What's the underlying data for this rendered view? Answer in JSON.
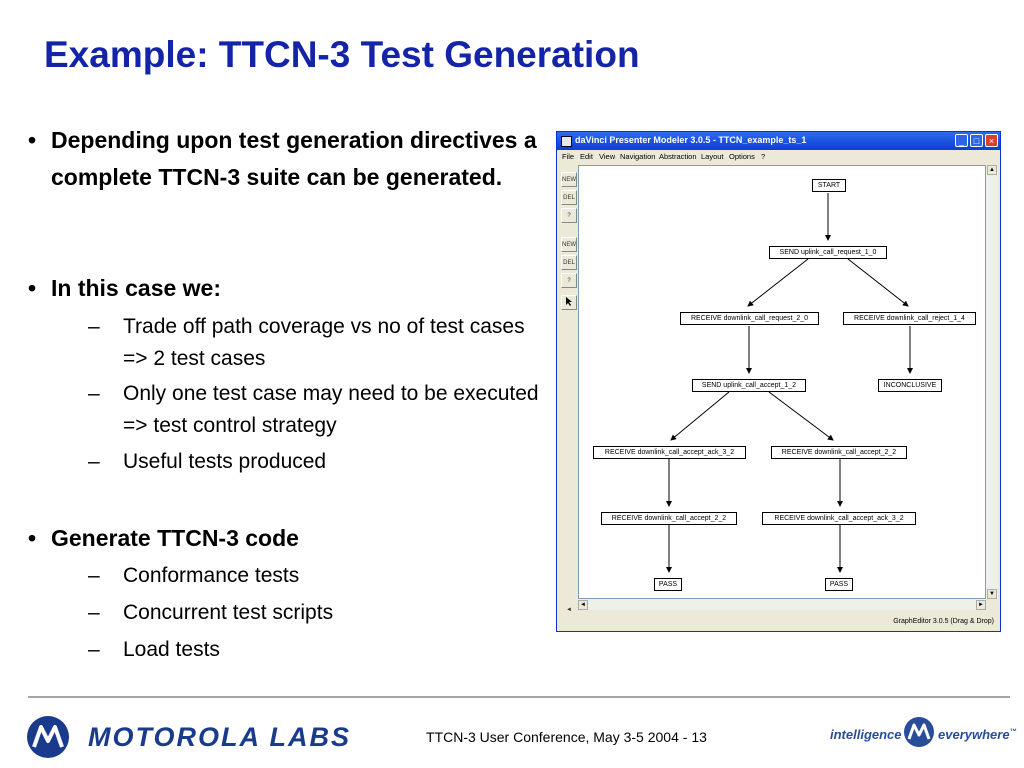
{
  "slide": {
    "title": "Example: TTCN-3 Test Generation",
    "bullets": [
      {
        "text": "Depending upon test generation directives a complete TTCN-3 suite can be generated."
      },
      {
        "text": "In this case we:",
        "subs": [
          "Trade off path coverage vs no of test cases => 2 test cases",
          "Only one test case may need to be executed => test control strategy",
          "Useful tests produced"
        ]
      },
      {
        "text": "Generate TTCN-3 code",
        "subs": [
          "Conformance tests",
          "Concurrent test scripts",
          "Load tests"
        ]
      }
    ],
    "bullet_glyph": "•",
    "dash_glyph": "–"
  },
  "window": {
    "title": "daVinci Presenter Modeler 3.0.5 - TTCN_example_ts_1",
    "menu": [
      "File",
      "Edit",
      "View",
      "Navigation",
      "Abstraction",
      "Layout",
      "Options",
      "?"
    ],
    "tools": [
      "NEW",
      "DEL",
      "?",
      "NEW",
      "DEL",
      "?"
    ],
    "status": "GraphEditor 3.0.5 (Drag & Drop)",
    "graph_nodes": {
      "start": "START",
      "send_req": "SEND uplink_call_request_1_0",
      "recv_req": "RECEIVE downlink_call_request_2_0",
      "recv_rej": "RECEIVE downlink_call_reject_1_4",
      "send_acc": "SEND uplink_call_accept_1_2",
      "inconc": "INCONCLUSIVE",
      "recv_ack_left": "RECEIVE downlink_call_accept_ack_3_2",
      "recv_acc_right": "RECEIVE downlink_call_accept_2_2",
      "recv_acc_left": "RECEIVE downlink_call_accept_2_2",
      "recv_ack_right": "RECEIVE downlink_call_accept_ack_3_2",
      "pass_left": "PASS",
      "pass_right": "PASS"
    }
  },
  "footer": {
    "brand": "MOTOROLA LABS",
    "conference": "TTCN-3 User Conference, May 3-5 2004 - 13",
    "tagline_left": "intelligence",
    "tagline_right": "everywhere",
    "tagline_mark": "™"
  }
}
